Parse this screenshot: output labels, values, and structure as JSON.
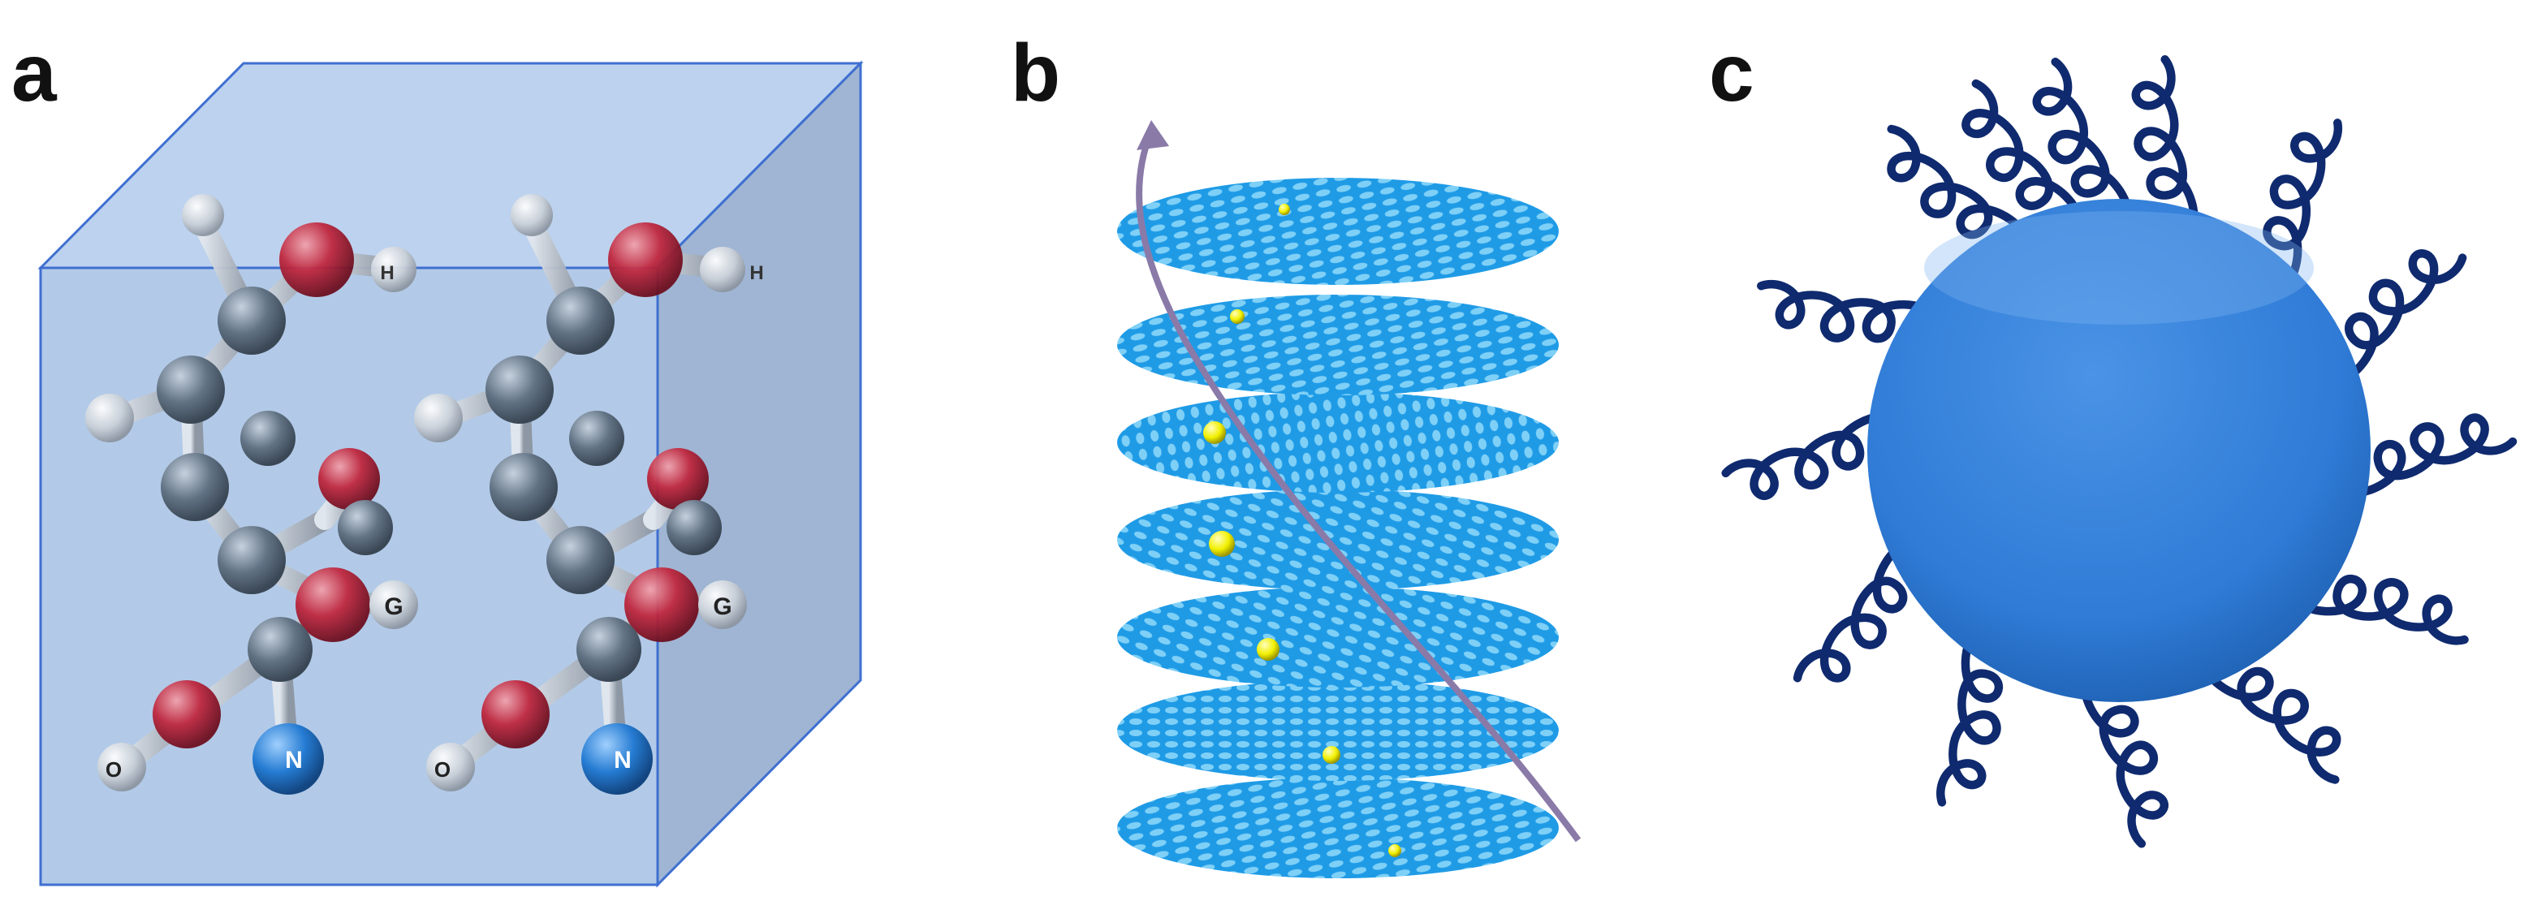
{
  "panels": {
    "a": {
      "label": "a",
      "atom_letters": {
        "hydrogen_short": "H",
        "oxygen_short": "O",
        "nitrogen_short": "N",
        "group_short": "G"
      }
    },
    "b": {
      "label": "b"
    },
    "c": {
      "label": "c"
    }
  },
  "colors": {
    "cube_front": "#a9c3e6",
    "cube_edge": "#3f6fd0",
    "carbon": "#5e6f80",
    "oxygen": "#c0283f",
    "hydrogen": "#c9d0d8",
    "nitrogen": "#1e78d2",
    "disk": "#1f9be6",
    "disk_mark": "#7fd0f7",
    "nanoparticle": "#2f7bd6",
    "polymer_chain": "#0f2a6e",
    "particle_yellow": "#f2f000",
    "arrow": "#8a7aa8"
  }
}
